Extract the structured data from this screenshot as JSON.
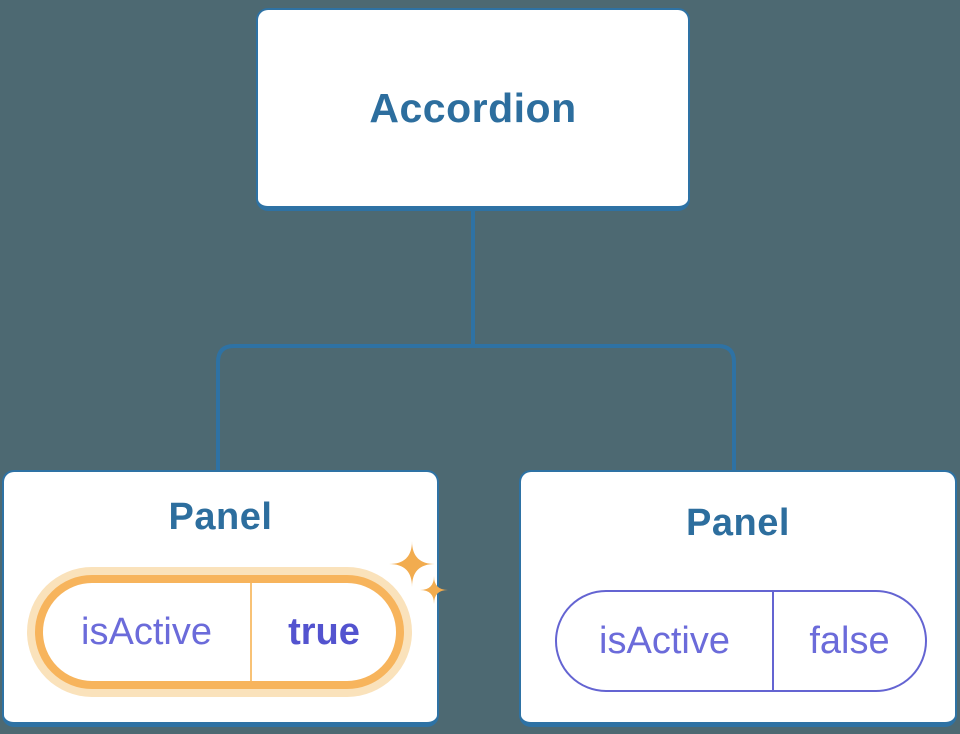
{
  "diagram": {
    "description": "Component tree showing state ownership: Accordion parent with two Panel children, each holding an isActive state pill",
    "background_color": "#4D6972",
    "connector_color": "#2E72A4",
    "root": {
      "label": "Accordion"
    },
    "panels": [
      {
        "label": "Panel",
        "state_key": "isActive",
        "state_value": "true",
        "highlighted": true,
        "icon": "sparkles-icon"
      },
      {
        "label": "Panel",
        "state_key": "isActive",
        "state_value": "false",
        "highlighted": false
      }
    ],
    "colors": {
      "node_fill": "#FFFFFF",
      "node_border": "#2E72A4",
      "title_text": "#2D6E9E",
      "state_key_text": "#6B6BDA",
      "state_value_active_text": "#5353CF",
      "active_ring": "#F7B45C",
      "active_glow": "#FAE2BB",
      "active_divider": "#F8C276",
      "inactive_border": "#6464D2",
      "sparkle": "#F2AC4F"
    }
  }
}
